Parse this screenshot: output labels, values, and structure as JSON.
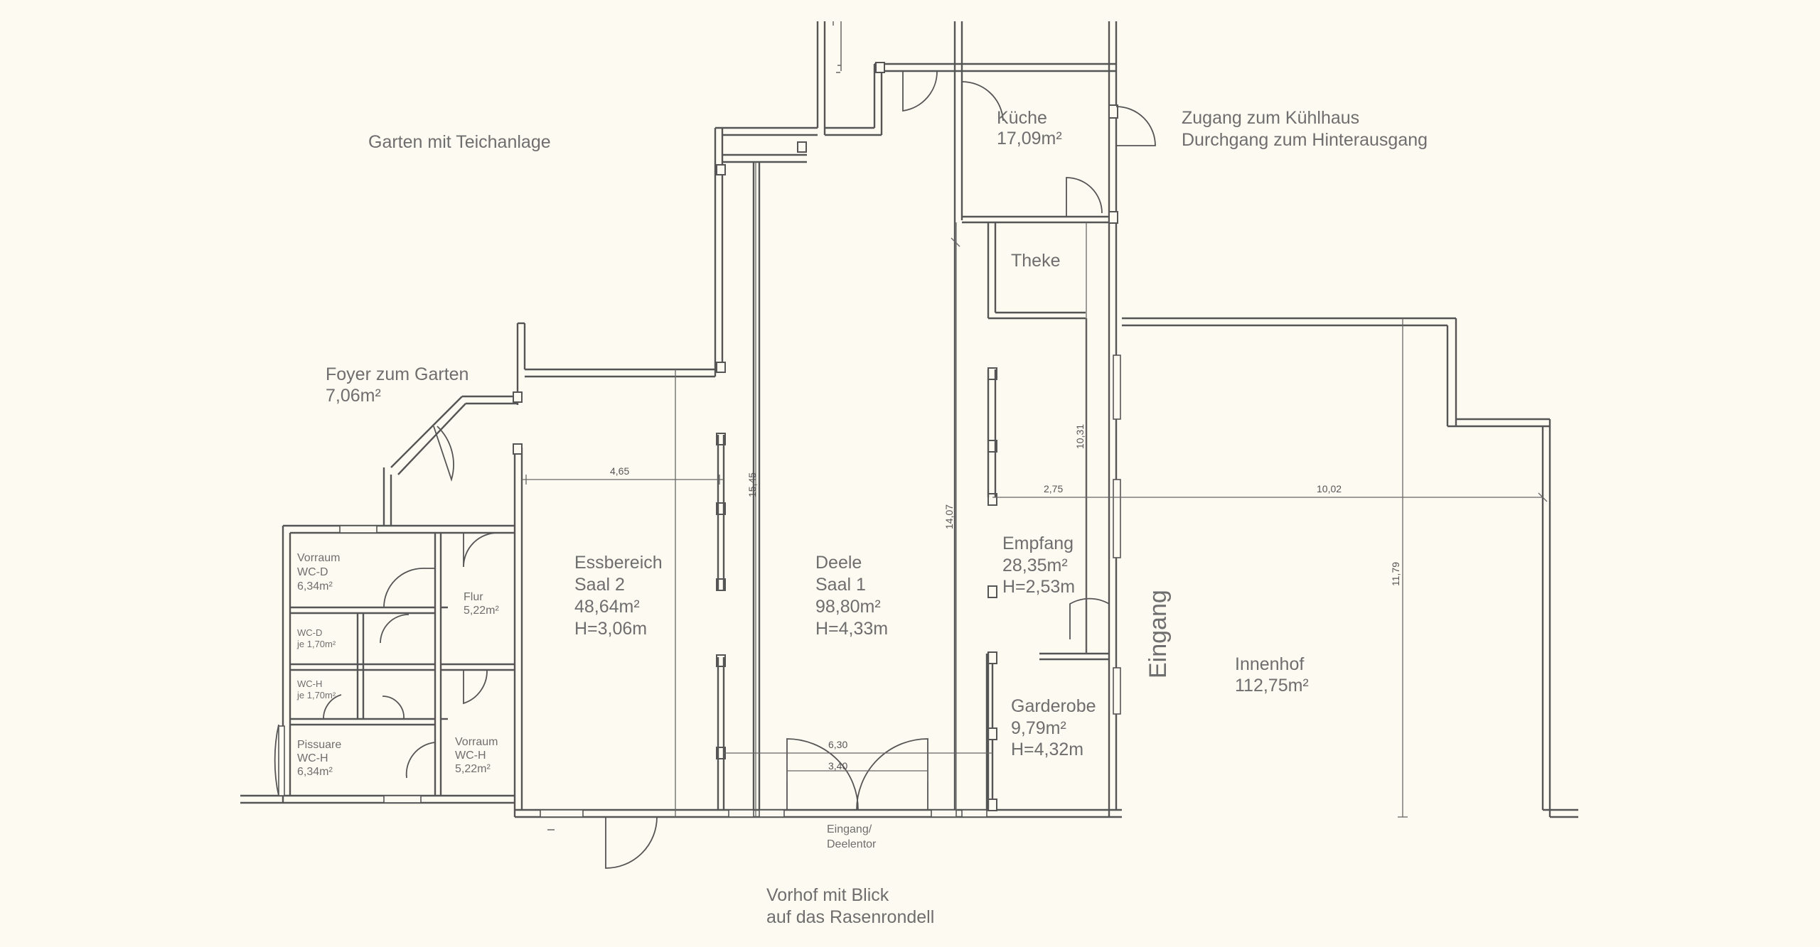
{
  "labels": {
    "garden": "Garten mit Teichanlage",
    "foyer_name": "Foyer zum Garten",
    "foyer_area": "7,06m²",
    "kitchen_name": "Küche",
    "kitchen_area": "17,09m²",
    "cold_1": "Zugang zum Kühlhaus",
    "cold_2": "Durchgang zum Hinterausgang",
    "counter": "Theke",
    "ess_1": "Essbereich",
    "ess_2": "Saal 2",
    "ess_3": "48,64m²",
    "ess_4": "H=3,06m",
    "deele_1": "Deele",
    "deele_2": "Saal 1",
    "deele_3": "98,80m²",
    "deele_4": "H=4,33m",
    "emp_1": "Empfang",
    "emp_2": "28,35m²",
    "emp_3": "H=2,53m",
    "gard_1": "Garderobe",
    "gard_2": "9,79m²",
    "gard_3": "H=4,32m",
    "entrance": "Eingang",
    "court_1": "Innenhof",
    "court_2": "112,75m²",
    "front_1": "Vorhof mit Blick",
    "front_2": "auf das Rasenrondell",
    "gate_1": "Eingang/",
    "gate_2": "Deelentor",
    "vwd_1": "Vorraum",
    "vwd_2": "WC-D",
    "vwd_3": "6,34m²",
    "flur_1": "Flur",
    "flur_2": "5,22m²",
    "wcd_1": "WC-D",
    "wcd_2": "je 1,70m²",
    "wch_1": "WC-H",
    "wch_2": "je 1,70m²",
    "piss_1": "Pissuare",
    "piss_2": "WC-H",
    "piss_3": "6,34m²",
    "vwh_1": "Vorraum",
    "vwh_2": "WC-H",
    "vwh_3": "5,22m²"
  },
  "dimensions": {
    "d_465": "4,65",
    "d_1545": "15,45",
    "d_1407": "14,07",
    "d_1031": "10,31",
    "d_275": "2,75",
    "d_1002": "10,02",
    "d_1179": "11,79",
    "d_630": "6,30",
    "d_340": "3,40"
  }
}
